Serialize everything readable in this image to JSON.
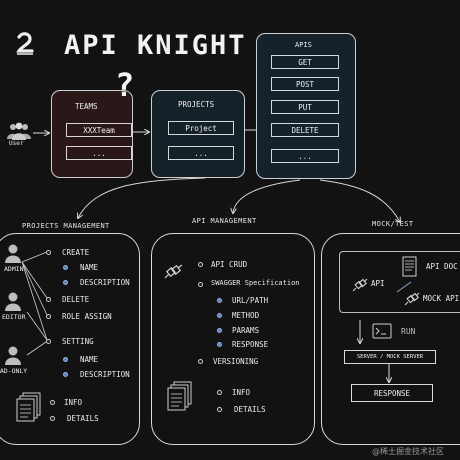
{
  "title": "API KNIGHT",
  "user_label": "User",
  "question_mark": "?",
  "teams": {
    "title": "TEAMS",
    "items": [
      "XXXTeam",
      "..."
    ]
  },
  "projects": {
    "title": "PROJECTS",
    "items": [
      "Project",
      "..."
    ]
  },
  "apis": {
    "title": "APIS",
    "items": [
      "GET",
      "POST",
      "PUT",
      "DELETE",
      "..."
    ]
  },
  "sections": {
    "projects_management": "PROJECTS MANAGEMENT",
    "api_management": "API MANAGEMENT",
    "mock_test": "MOCK/TEST"
  },
  "pm": {
    "roles": [
      "ADMIN",
      "EDITOR",
      "READ-ONLY"
    ],
    "create": "CREATE",
    "create_name": "NAME",
    "create_description": "DESCRIPTION",
    "delete": "DELETE",
    "role_assign": "ROLE ASSIGN",
    "setting": "SETTING",
    "setting_name": "NAME",
    "setting_description": "DESCRIPTION",
    "info": "INFO",
    "details": "DETAILS"
  },
  "am": {
    "api_crud": "API CRUD",
    "swagger": "SWAGGER Specification",
    "url_path": "URL/PATH",
    "method": "METHOD",
    "params": "PARAMS",
    "response": "RESPONSE",
    "versioning": "VERSIONING",
    "info": "INFO",
    "details": "DETAILS"
  },
  "mt": {
    "api": "API",
    "api_doc": "API DOC",
    "mock_api": "MOCK API",
    "run": "RUN",
    "server": "SERVER / MOCK SERVER",
    "response": "RESPONSE"
  },
  "watermark": "@稀土掘金技术社区",
  "colors": {
    "background": "#121212",
    "teams_fill": "#2a1818",
    "projects_fill": "#152129",
    "apis_fill": "#15212b",
    "accent_blue": "#5a7fc0"
  }
}
